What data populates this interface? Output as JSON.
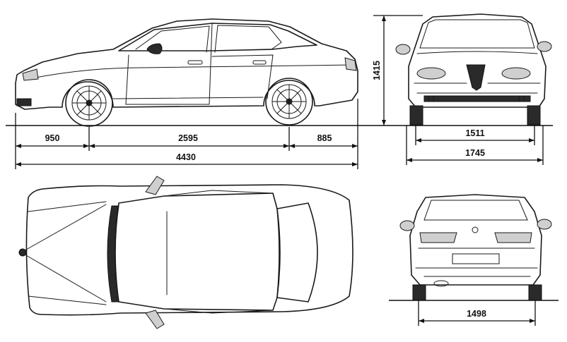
{
  "dimensions": {
    "front_overhang": "950",
    "wheelbase": "2595",
    "rear_overhang": "885",
    "overall_length": "4430",
    "height": "1415",
    "front_track": "1511",
    "overall_width": "1745",
    "rear_track": "1498"
  }
}
